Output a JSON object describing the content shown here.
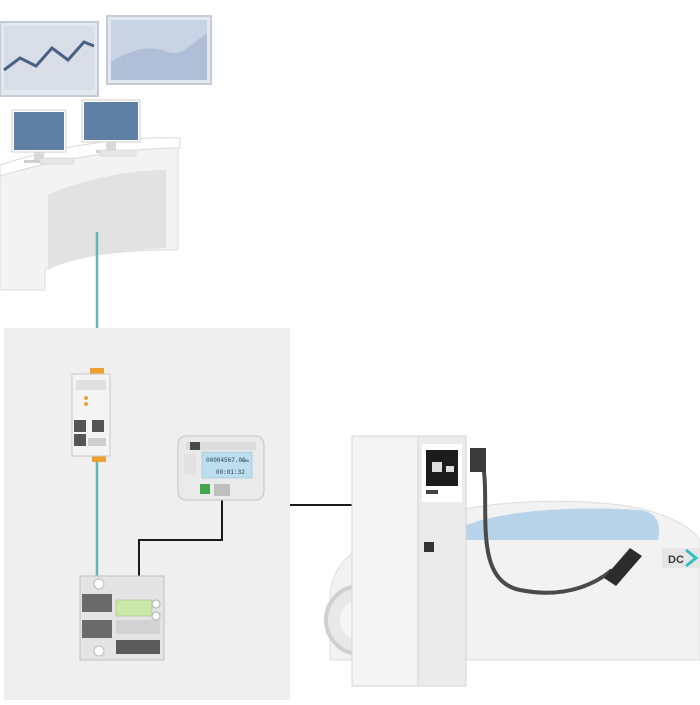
{
  "colors": {
    "background": "#ffffff",
    "panel": "#efefef",
    "ethernet_cable": "#5fb8b4",
    "signal_cable": "#1a1a1a",
    "lcd_screen": "#bcdff0",
    "monitor_screen": "#a7bed4",
    "chart_line": "#4a5f86",
    "car_window": "#b7d3ea",
    "dc_badge_bg": "#e6e6e6",
    "dc_arrow": "#30c0c0",
    "device_body": "#e8e8e8"
  },
  "icons": {
    "control_room": "workstation-desk-icon",
    "gateway": "din-rail-controller-icon",
    "energy_meter": "energy-meter-icon",
    "power_module": "din-rail-power-meter-icon",
    "charger": "dc-charging-station-icon",
    "vehicle": "electric-car-icon"
  },
  "energy_meter": {
    "reading": "00004567.00",
    "unit": "kWh",
    "time": "00:01:32"
  },
  "vehicle": {
    "badge": "DC"
  }
}
